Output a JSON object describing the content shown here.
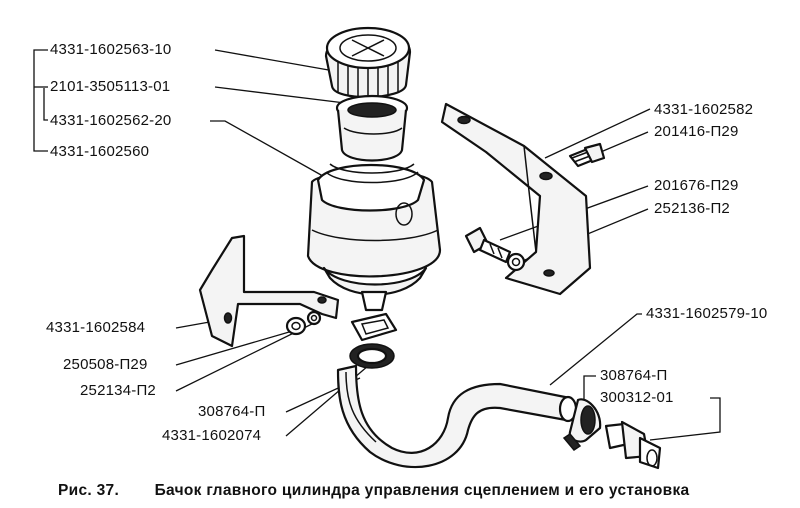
{
  "labels": {
    "cap": "4331-1602563-10",
    "filter": "2101-3505113-01",
    "seal": "4331-1602562-20",
    "tank": "4331-1602560",
    "bracket_right": "4331-1602582",
    "bolt_top": "201416-П29",
    "bolt_mid": "201676-П29",
    "washer_mid": "252136-П2",
    "bracket_left": "4331-1602584",
    "nut_left": "250508-П29",
    "washer_left": "252134-П2",
    "clamp_left": "308764-П",
    "ring": "4331-1602074",
    "hose": "4331-1602579-10",
    "clamp_right": "308764-П",
    "fitting": "300312-01"
  },
  "caption": {
    "number": "Рис. 37.",
    "text": "Бачок главного цилиндра управления сцеплением и его установка"
  }
}
